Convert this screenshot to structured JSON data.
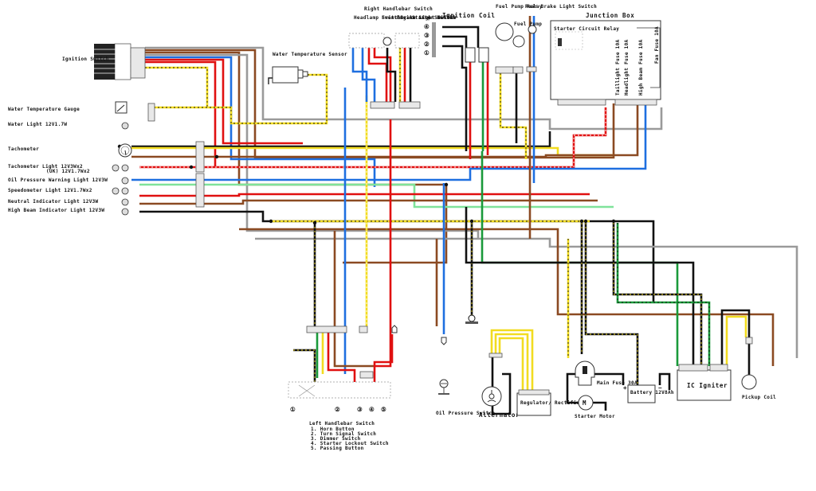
{
  "diagram": {
    "type": "motorcycle wiring diagram",
    "colors": {
      "black": "#111111",
      "red": "#e01010",
      "brown": "#8b4a22",
      "blue": "#1e6fe0",
      "yellow": "#f2dc20",
      "green": "#1a9a3a",
      "light_green": "#7fe39a",
      "gray": "#9a9a9a",
      "white": "#ffffff"
    },
    "components": {
      "ignition_switch": "Ignition Switch",
      "water_temp_sensor": "Water Temperature Sensor",
      "water_temp_gauge": "Water Temperature Gauge",
      "water_light": "Water Light 12V1.7W",
      "tachometer": "Tachometer",
      "tach_light_1": "Tachometer Light 12V3Wx2",
      "tach_light_2": "(UK) 12V1.7Wx2",
      "oil_light": "Oil Pressure Warning Light 12V3W",
      "speedo_light": "Speedometer Light 12V1.7Wx2",
      "neutral_light": "Neutral Indicator Light 12V3W",
      "highbeam_light": "High Beam Indicator Light 12V3W",
      "right_handlebar": "Right Handlebar Switch",
      "headlamp_switch": "Headlamp Switch",
      "front_brake": "Front Brake Light Switch",
      "engine_stop": "Engine Stop Switch",
      "starter_button": "Starter Button",
      "ignition_coil": "Ignition Coil",
      "fuel_pump_relay": "Fuel Pump Relay",
      "fuel_pump": "Fuel Pump",
      "rear_brake": "Rear Brake Light Switch",
      "junction_box": "Junction Box",
      "starter_relay": "Starter Circuit Relay",
      "taillight_fuse": "Taillight Fuse 10A",
      "headlight_fuse": "Headlight Fuse 10A",
      "highbeam_fuse": "High Beam Fuse 10A",
      "fan_fuse": "Fan Fuse 10A",
      "left_handlebar": "Left Handlebar Switch",
      "left_items": [
        "1. Horn Button",
        "2. Turn Signal Switch",
        "3. Dimmer Switch",
        "4. Starter Lockout Switch",
        "5. Passing Button"
      ],
      "oil_pressure_switch": "Oil Pressure Switch",
      "alternator": "Alternator",
      "regulator": "Regulator/ Rectifier",
      "main_fuse": "Main Fuse 30A",
      "battery": "Battery 12V8Ah",
      "starter_motor": "Starter Motor",
      "ic_igniter": "IC Igniter",
      "pickup_coil": "Pickup Coil",
      "motor_symbol": "M",
      "plus": "+",
      "minus": "−"
    },
    "coil_numbers": [
      "④",
      "③",
      "②",
      "①"
    ],
    "left_switch_numbers": [
      "①",
      "②",
      "③",
      "④",
      "⑤"
    ]
  }
}
